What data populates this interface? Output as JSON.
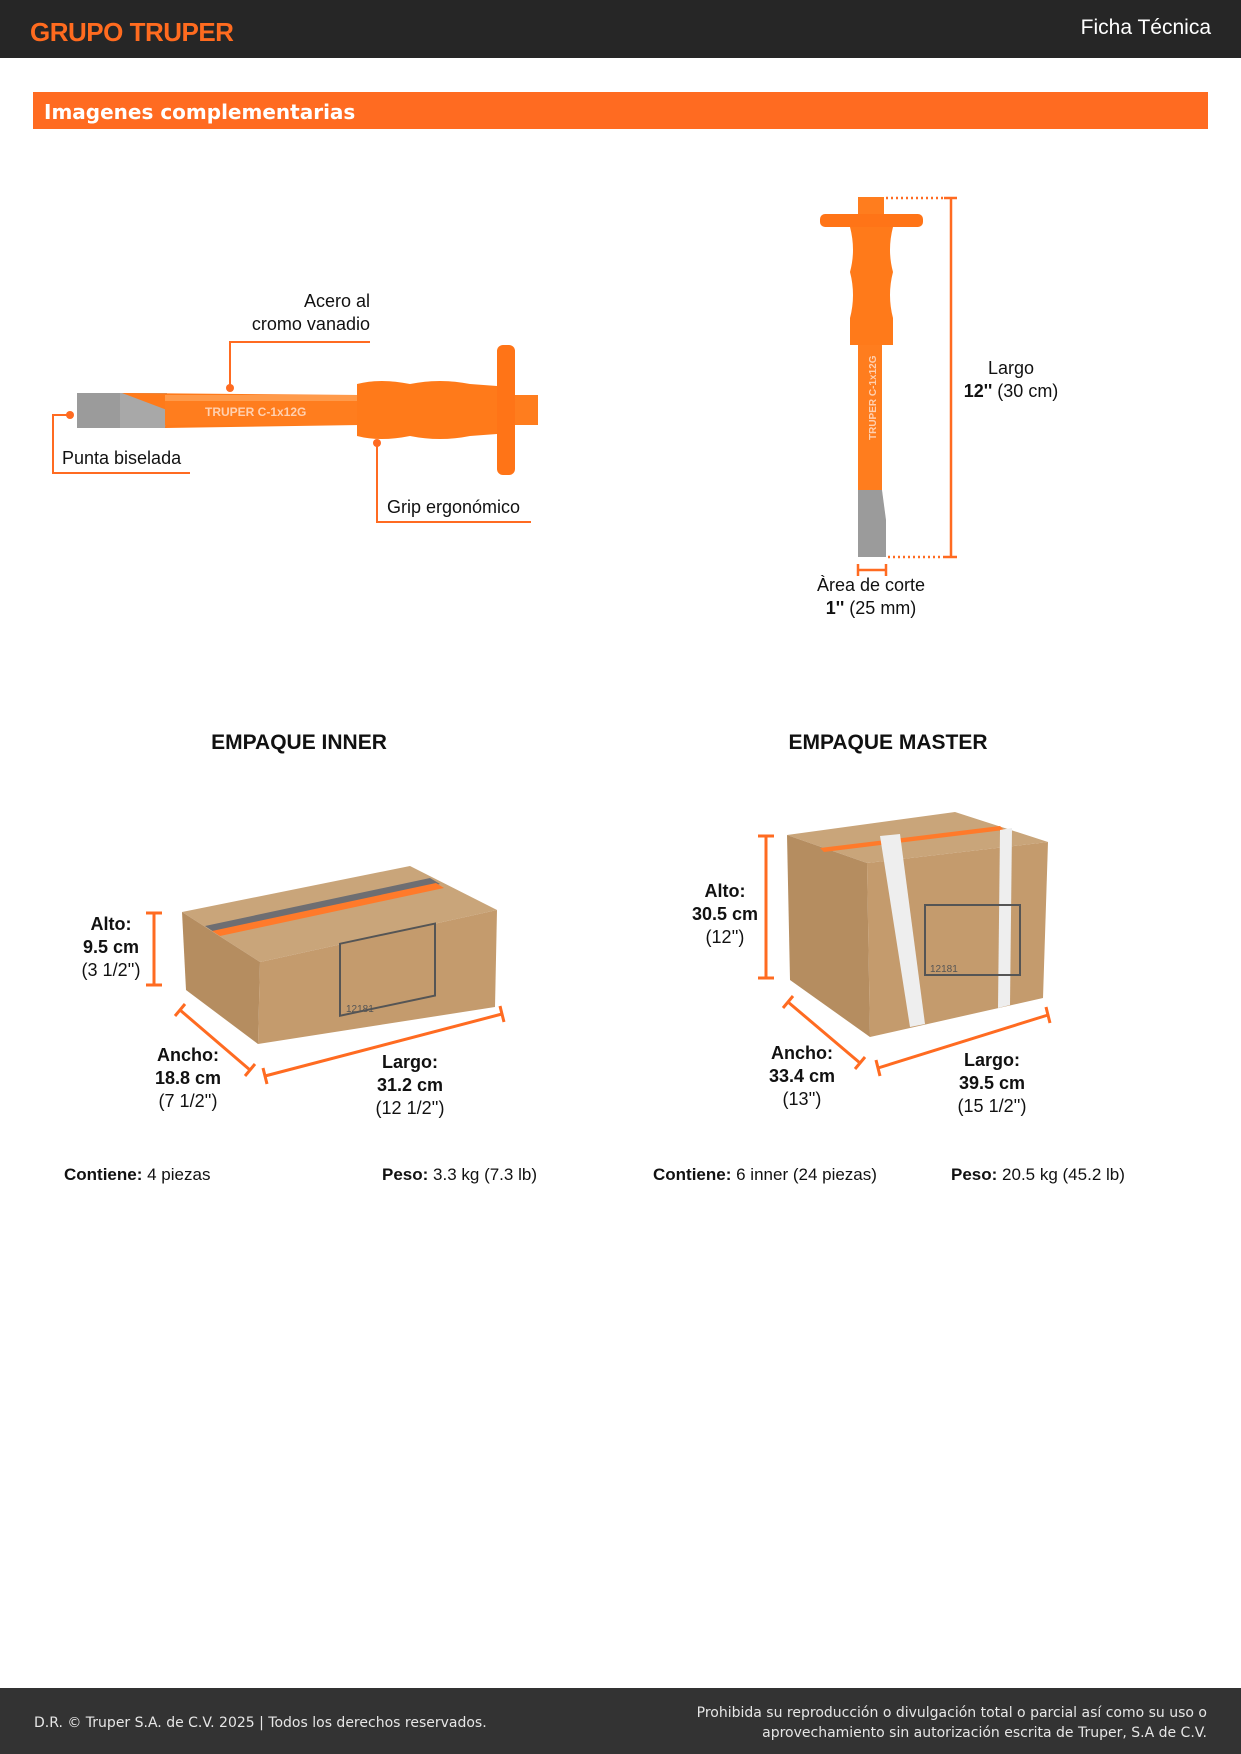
{
  "header": {
    "logo": "GRUPO TRUPER",
    "title": "Ficha Técnica"
  },
  "section": {
    "title": "Imagenes complementarias"
  },
  "colors": {
    "accent": "#ff6b21",
    "header_bg": "#262626",
    "footer_bg": "#333333",
    "steel": "#9a9a9a",
    "cardboard": "#c49b6d"
  },
  "product": {
    "brand_mark": "TRUPER",
    "model": "C-1x12G",
    "callouts": {
      "material_line1": "Acero al",
      "material_line2": "cromo vanadio",
      "tip": "Punta biselada",
      "grip": "Grip ergonómico"
    },
    "dimensions": {
      "length_label": "Largo",
      "length_in": "12''",
      "length_cm": "(30 cm)",
      "cut_label": "Àrea de corte",
      "cut_in": "1''",
      "cut_mm": "(25 mm)"
    }
  },
  "packages": {
    "inner": {
      "title": "EMPAQUE INNER",
      "alto_label": "Alto:",
      "alto_cm": "9.5 cm",
      "alto_in": "(3 1/2'')",
      "ancho_label": "Ancho:",
      "ancho_cm": "18.8 cm",
      "ancho_in": "(7 1/2'')",
      "largo_label": "Largo:",
      "largo_cm": "31.2 cm",
      "largo_in": "(12 1/2'')",
      "contiene_label": "Contiene:",
      "contiene_value": "4 piezas",
      "peso_label": "Peso:",
      "peso_value": "3.3 kg (7.3 lb)",
      "box_code": "12181"
    },
    "master": {
      "title": "EMPAQUE MASTER",
      "alto_label": "Alto:",
      "alto_cm": "30.5 cm",
      "alto_in": "(12'')",
      "ancho_label": "Ancho:",
      "ancho_cm": "33.4 cm",
      "ancho_in": "(13'')",
      "largo_label": "Largo:",
      "largo_cm": "39.5 cm",
      "largo_in": "(15 1/2'')",
      "contiene_label": "Contiene:",
      "contiene_value": "6 inner (24 piezas)",
      "peso_label": "Peso:",
      "peso_value": "20.5 kg (45.2 lb)",
      "box_code": "12181"
    }
  },
  "footer": {
    "copyright": "D.R. © Truper S.A. de C.V. 2025 | Todos los derechos reservados.",
    "notice_line1": "Prohibida su reproducción o divulgación total o parcial así como su uso o",
    "notice_line2": "aprovechamiento sin autorización escrita de Truper, S.A de C.V."
  }
}
